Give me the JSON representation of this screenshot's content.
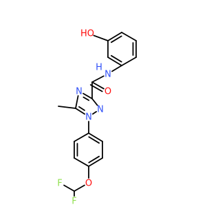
{
  "molecule": {
    "atoms": [
      {
        "id": "O_hydroxyl",
        "label": "HO",
        "element": "O"
      },
      {
        "id": "N_amide",
        "label": "N",
        "element": "N"
      },
      {
        "id": "H_amide",
        "label": "H",
        "element": "H"
      },
      {
        "id": "O_carbonyl",
        "label": "O",
        "element": "O"
      },
      {
        "id": "N4_triazole",
        "label": "N",
        "element": "N"
      },
      {
        "id": "N2_triazole",
        "label": "N",
        "element": "N"
      },
      {
        "id": "N1_triazole",
        "label": "N",
        "element": "N"
      },
      {
        "id": "O_ether",
        "label": "O",
        "element": "O"
      },
      {
        "id": "F_1",
        "label": "F",
        "element": "F"
      },
      {
        "id": "F_2",
        "label": "F",
        "element": "F"
      }
    ],
    "colors": {
      "bond": "#000000",
      "O": "#ff0d0d",
      "N": "#3050f8",
      "F": "#90e050",
      "H": "#3050f8"
    }
  }
}
